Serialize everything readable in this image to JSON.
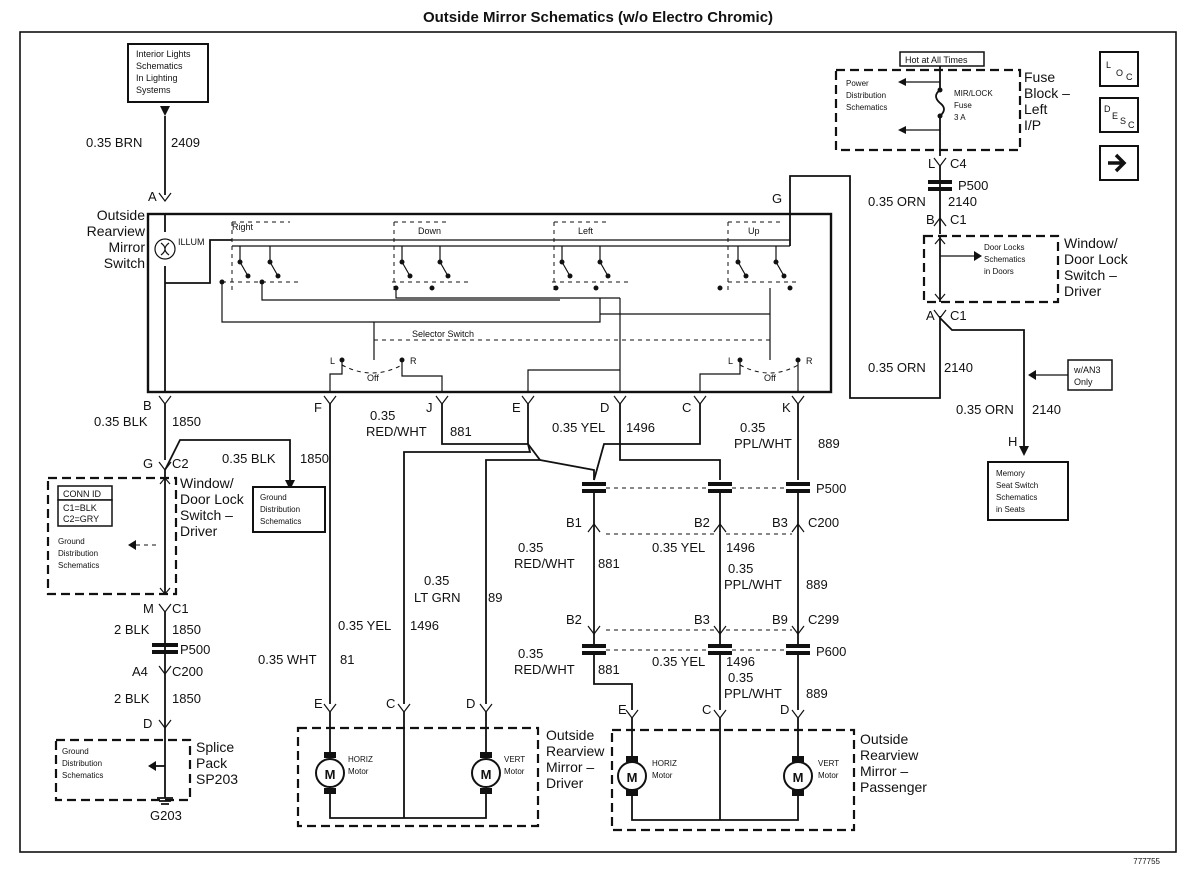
{
  "title": "Outside Mirror Schematics (w/o Electro Chromic)",
  "figure_number": "777755",
  "icons": {
    "loc": "L O C",
    "desc": "D E S C",
    "next": "→"
  },
  "top_left_ref": [
    "Interior Lights",
    "Schematics",
    "In Lighting",
    "Systems"
  ],
  "fuse_block": {
    "hot": "Hot at All Times",
    "power": [
      "Power",
      "Distribution",
      "Schematics"
    ],
    "fuse": [
      "MIR/LOCK",
      "Fuse",
      "3 A"
    ],
    "label": [
      "Fuse",
      "Block –",
      "Left",
      "I/P"
    ]
  },
  "mirror_switch": {
    "label": [
      "Outside",
      "Rearview",
      "Mirror",
      "Switch"
    ],
    "illum": "ILLUM",
    "positions": [
      "Right",
      "Down",
      "Left",
      "Up"
    ],
    "selector": "Selector Switch",
    "sel_l": "L",
    "sel_off": "Off",
    "sel_r": "R"
  },
  "door_lock_switch_right": {
    "label": [
      "Window/",
      "Door Lock",
      "Switch –",
      "Driver"
    ],
    "ref": [
      "Door Locks",
      "Schematics",
      "in Doors"
    ]
  },
  "door_lock_switch_left": {
    "label": [
      "Window/",
      "Door Lock",
      "Switch –",
      "Driver"
    ],
    "conn_title": "CONN ID",
    "conn": [
      "C1=BLK",
      "C2=GRY"
    ],
    "ref": [
      "Ground",
      "Distribution",
      "Schematics"
    ]
  },
  "ground_ref_box": [
    "Ground",
    "Distribution",
    "Schematics"
  ],
  "splice": {
    "label": [
      "Splice",
      "Pack",
      "SP203"
    ],
    "ref": [
      "Ground",
      "Distribution",
      "Schematics"
    ],
    "ground": "G203"
  },
  "memory_seat": [
    "Memory",
    "Seat Switch",
    "Schematics",
    "in Seats"
  ],
  "option": [
    "w/AN3",
    "Only"
  ],
  "mirror_driver": {
    "label": [
      "Outside",
      "Rearview",
      "Mirror –",
      "Driver"
    ],
    "horiz": [
      "HORIZ",
      "Motor"
    ],
    "vert": [
      "VERT",
      "Motor"
    ],
    "m": "M"
  },
  "mirror_passenger": {
    "label": [
      "Outside",
      "Rearview",
      "Mirror –",
      "Passenger"
    ],
    "horiz": [
      "HORIZ",
      "Motor"
    ],
    "vert": [
      "VERT",
      "Motor"
    ],
    "m": "M"
  },
  "wires": {
    "brn": "0.35 BRN",
    "brn_c": "2409",
    "blk1": "0.35 BLK",
    "blk1_c": "1850",
    "blk2": "0.35 BLK",
    "blk2_c": "1850",
    "blk3": "2 BLK",
    "blk3_c": "1850",
    "blk4": "2 BLK",
    "blk4_c": "1850",
    "orn1": "0.35 ORN",
    "orn1_c": "2140",
    "orn2": "0.35 ORN",
    "orn2_c": "2140",
    "orn3": "0.35 ORN",
    "orn3_c": "2140",
    "red_a": "0.35",
    "red_b": "RED/WHT",
    "red_c": "881",
    "yel": "0.35 YEL",
    "yel_c": "1496",
    "ppl_a": "0.35",
    "ppl_b": "PPL/WHT",
    "ppl_c": "889",
    "red2_a": "0.35",
    "red2_b": "RED/WHT",
    "red2_c": "881",
    "yel2": "0.35 YEL",
    "yel2_c": "1496",
    "ppl2_a": "0.35",
    "ppl2_b": "PPL/WHT",
    "ppl2_c": "889",
    "grn_a": "0.35",
    "grn_b": "LT GRN",
    "grn_c": "89",
    "yel3": "0.35 YEL",
    "yel3_c": "1496",
    "wht": "0.35 WHT",
    "wht_c": "81",
    "red3_a": "0.35",
    "red3_b": "RED/WHT",
    "red3_c": "881",
    "yel4": "0.35 YEL",
    "yel4_c": "1496",
    "ppl3_a": "0.35",
    "ppl3_b": "PPL/WHT",
    "ppl3_c": "889"
  },
  "pins": {
    "a_sw": "A",
    "b_sw": "B",
    "f": "F",
    "j": "J",
    "e": "E",
    "d": "D",
    "c": "C",
    "k": "K",
    "g_sw": "G",
    "g_c2": "G",
    "c2": "C2",
    "m": "M",
    "c1": "C1",
    "a4": "A4",
    "c200": "C200",
    "d_sp": "D",
    "l": "L",
    "c4": "C4",
    "b_c1": "B",
    "c1b": "C1",
    "a_c1": "A",
    "c1c": "C1",
    "h": "H",
    "b1": "B1",
    "b2": "B2",
    "b3": "B3",
    "c200b": "C200",
    "b2b": "B2",
    "b3b": "B3",
    "b9": "B9",
    "c299": "C299",
    "e_d": "E",
    "c_d": "C",
    "d_d": "D",
    "e_p": "E",
    "c_p": "C",
    "d_p": "D"
  },
  "connectors": {
    "p500a": "P500",
    "p500b": "P500",
    "p500c": "P500",
    "p600": "P600"
  }
}
